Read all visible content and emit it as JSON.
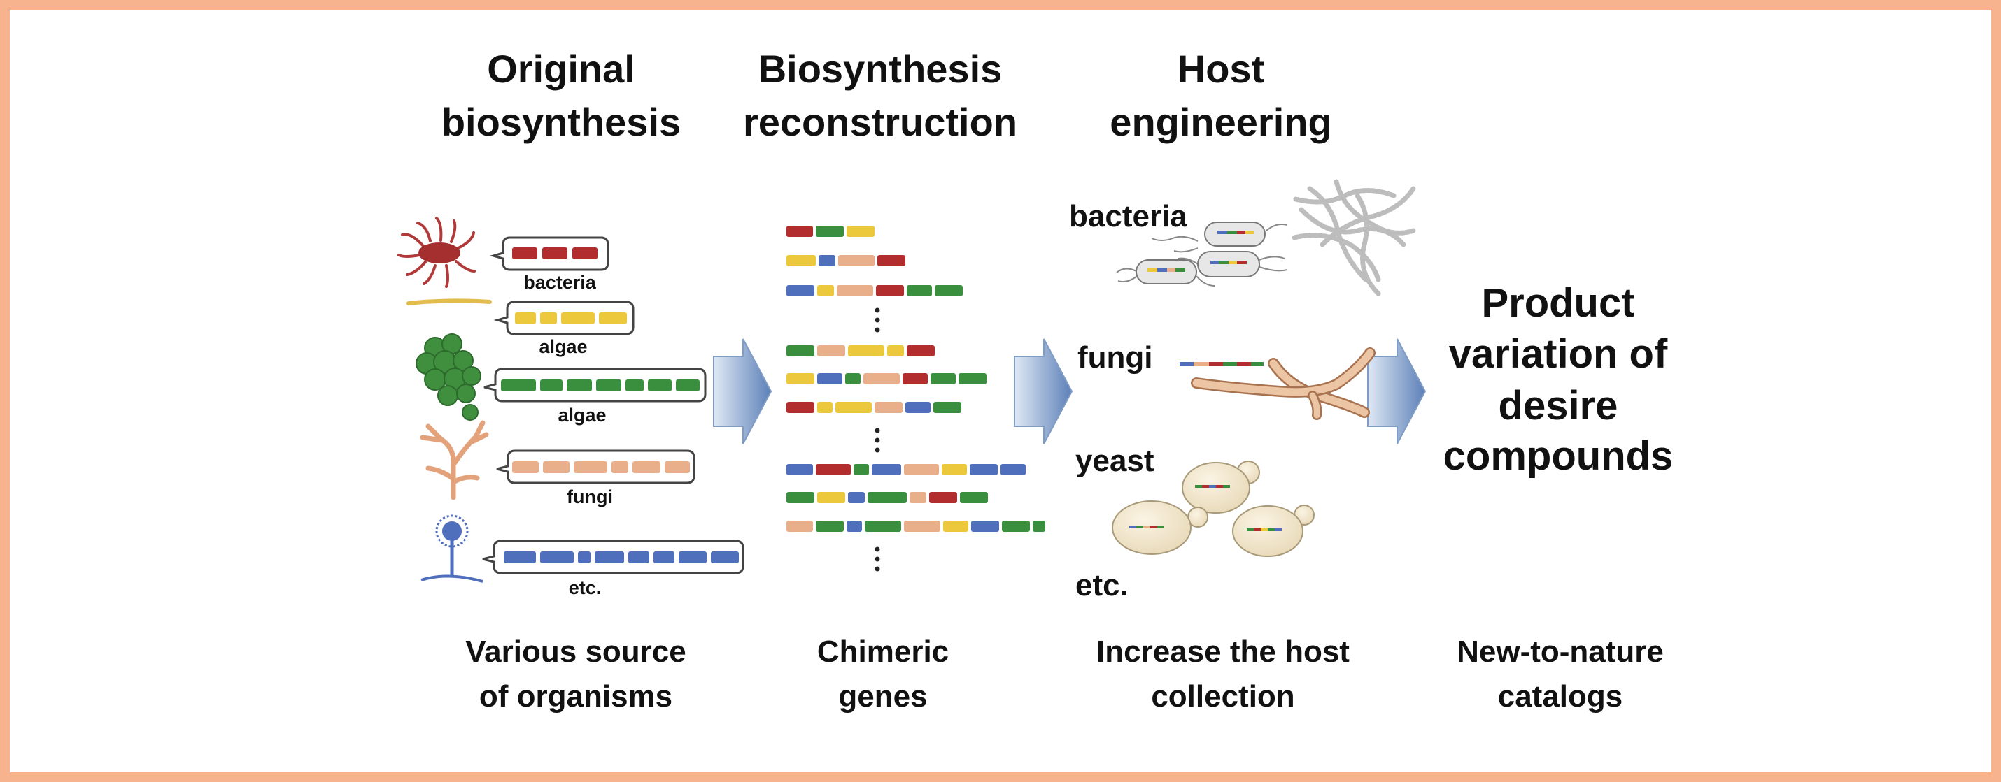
{
  "headers": {
    "original": [
      "Original",
      "biosynthesis"
    ],
    "reconstruction": [
      "Biosynthesis",
      "reconstruction"
    ],
    "host": [
      "Host",
      "engineering"
    ]
  },
  "organisms": {
    "bacteria": "bacteria",
    "algae1": "algae",
    "algae2": "algae",
    "fungi": "fungi",
    "etc": "etc."
  },
  "hosts": {
    "bacteria": "bacteria",
    "fungi": "fungi",
    "yeast": "yeast",
    "etc": "etc."
  },
  "product": [
    "Product",
    "variation of",
    "desire",
    "compounds"
  ],
  "footers": {
    "col1": [
      "Various source",
      "of organisms"
    ],
    "col2": [
      "Chimeric",
      "genes"
    ],
    "col3": [
      "Increase the host",
      "collection"
    ],
    "col4": [
      "New-to-nature",
      "catalogs"
    ]
  },
  "colors": {
    "frame": "#f6b38e",
    "red": "#b22e2e",
    "yellow": "#ecc93c",
    "green": "#3a8f3f",
    "salmon": "#e9ae8a",
    "blue": "#4f6ebc",
    "arrow": "#7f9cc5"
  }
}
